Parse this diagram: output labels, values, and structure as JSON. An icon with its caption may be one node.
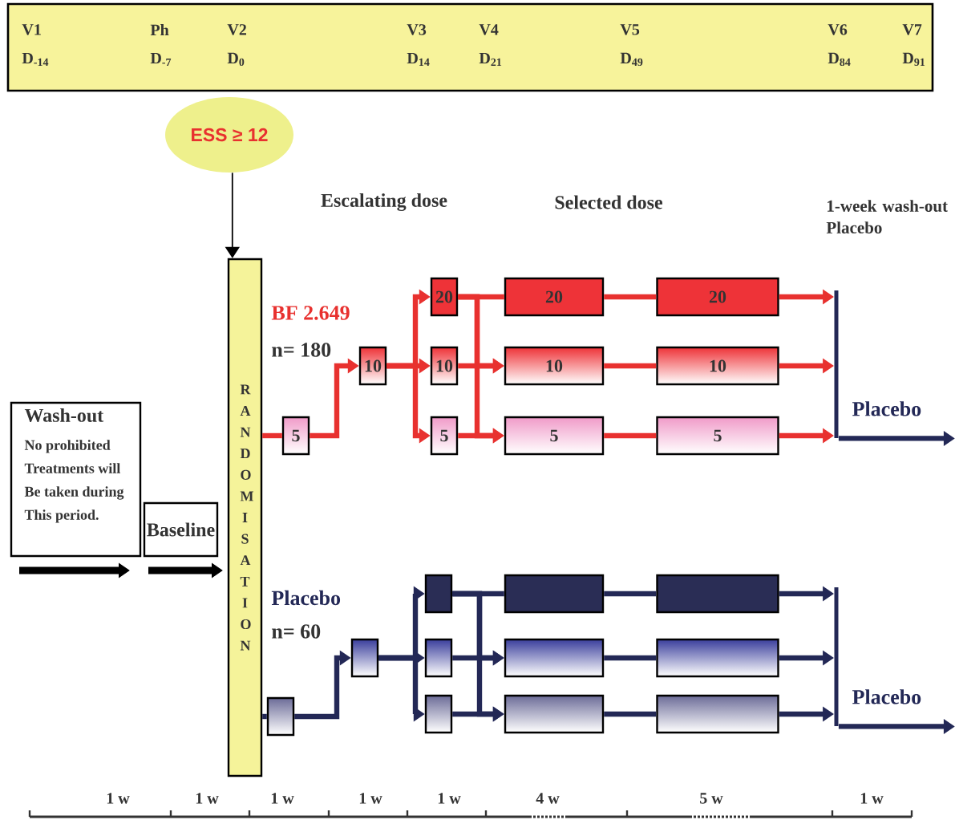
{
  "diagram": {
    "nodes": [
      {
        "text": [
          "V1",
          "D$_{-14}$",
          "Ph",
          "D$_{-7}$",
          "V2",
          "D$_{0}$",
          "V3",
          "D$_{14}$",
          "V4",
          "D$_{21}$",
          "V5",
          "D$_{49}$",
          "V6",
          "D$_{84}$",
          "V7",
          "D$_{91}$"
        ]
      },
      {
        "text": [
          "ESS ≥ 12"
        ]
      },
      {
        "text": [
          "Wash-out",
          "No prohibited Treatments will Be taken during This period."
        ]
      },
      {
        "text": [
          "Baseline"
        ]
      },
      {
        "text": [
          "R A N D O M I S A T I O N"
        ]
      },
      {
        "text": [
          "5"
        ]
      },
      {
        "text": [
          "10"
        ]
      },
      {
        "text": [
          "20"
        ]
      },
      {
        "text": [
          "10"
        ]
      },
      {
        "text": [
          "5"
        ]
      },
      {
        "text": [
          "20"
        ]
      },
      {
        "text": [
          "10"
        ]
      },
      {
        "text": [
          "5"
        ]
      },
      {
        "text": [
          "20"
        ]
      },
      {
        "text": [
          "10"
        ]
      },
      {
        "text": [
          "5"
        ]
      },
      {
        "text": [],
        "shape": "box"
      },
      {
        "text": [],
        "shape": "box"
      },
      {
        "text": [],
        "shape": "box"
      },
      {
        "text": [],
        "shape": "box"
      },
      {
        "text": [],
        "shape": "box"
      },
      {
        "text": [],
        "shape": "box"
      },
      {
        "text": [],
        "shape": "box"
      },
      {
        "text": [],
        "shape": "box"
      },
      {
        "text": [],
        "shape": "box"
      },
      {
        "text": [],
        "shape": "box"
      },
      {
        "text": [],
        "shape": "box"
      },
      {
        "text": [],
        "shape": "bar"
      },
      {
        "text": [],
        "shape": "bar"
      }
    ],
    "edges": [
      {
        "from": 1,
        "to": 4,
        "arrow": "to"
      },
      {
        "from": 4,
        "to": 5,
        "arrow": "none",
        "color": "#e8312f"
      },
      {
        "from": 5,
        "to": 6,
        "arrow": "to",
        "color": "#e8312f"
      },
      {
        "from": 6,
        "to": 7,
        "arrow": "to",
        "color": "#e8312f"
      },
      {
        "from": 6,
        "to": 8,
        "arrow": "to",
        "color": "#e8312f"
      },
      {
        "from": 6,
        "to": 9,
        "arrow": "to",
        "color": "#e8312f"
      },
      {
        "from": 7,
        "to": 10,
        "arrow": "none",
        "color": "#e8312f"
      },
      {
        "from": 7,
        "to": 11,
        "arrow": "to",
        "color": "#e8312f"
      },
      {
        "from": 7,
        "to": 12,
        "arrow": "to",
        "color": "#e8312f"
      },
      {
        "from": 8,
        "to": 11,
        "arrow": "to",
        "color": "#e8312f"
      },
      {
        "from": 9,
        "to": 12,
        "arrow": "to",
        "color": "#e8312f"
      },
      {
        "from": 10,
        "to": 13,
        "arrow": "none",
        "color": "#e8312f"
      },
      {
        "from": 11,
        "to": 14,
        "arrow": "none",
        "color": "#e8312f"
      },
      {
        "from": 12,
        "to": 15,
        "arrow": "none",
        "color": "#e8312f"
      },
      {
        "from": 13,
        "to": 27,
        "arrow": "to",
        "color": "#e8312f"
      },
      {
        "from": 14,
        "to": 27,
        "arrow": "to",
        "color": "#e8312f"
      },
      {
        "from": 15,
        "to": 27,
        "arrow": "to",
        "color": "#e8312f"
      },
      {
        "from": 27,
        "to": null,
        "arrow": "to",
        "label": "Placebo",
        "color": "#232856"
      },
      {
        "from": 4,
        "to": 16,
        "arrow": "none",
        "color": "#232856"
      },
      {
        "from": 16,
        "to": 17,
        "arrow": "to",
        "color": "#232856"
      },
      {
        "from": 17,
        "to": 18,
        "arrow": "to",
        "color": "#232856"
      },
      {
        "from": 17,
        "to": 19,
        "arrow": "to",
        "color": "#232856"
      },
      {
        "from": 17,
        "to": 20,
        "arrow": "to",
        "color": "#232856"
      },
      {
        "from": 18,
        "to": 21,
        "arrow": "none",
        "color": "#232856"
      },
      {
        "from": 18,
        "to": 22,
        "arrow": "to",
        "color": "#232856"
      },
      {
        "from": 18,
        "to": 23,
        "arrow": "to",
        "color": "#232856"
      },
      {
        "from": 19,
        "to": 22,
        "arrow": "to",
        "color": "#232856"
      },
      {
        "from": 20,
        "to": 23,
        "arrow": "to",
        "color": "#232856"
      },
      {
        "from": 21,
        "to": 24,
        "arrow": "none",
        "color": "#232856"
      },
      {
        "from": 22,
        "to": 25,
        "arrow": "none",
        "color": "#232856"
      },
      {
        "from": 23,
        "to": 26,
        "arrow": "none",
        "color": "#232856"
      },
      {
        "from": 24,
        "to": 28,
        "arrow": "to",
        "color": "#232856"
      },
      {
        "from": 25,
        "to": 28,
        "arrow": "to",
        "color": "#232856"
      },
      {
        "from": 26,
        "to": 28,
        "arrow": "to",
        "color": "#232856"
      },
      {
        "from": 28,
        "to": null,
        "arrow": "to",
        "label": "Placebo",
        "color": "#232856"
      }
    ],
    "labels": [
      "Escalating dose",
      "Selected dose",
      "1-week wash-out Placebo",
      "BF 2.649",
      "n= 180",
      "Placebo",
      "n= 60",
      "1 w",
      "1 w",
      "1 w",
      "1 w",
      "1 w",
      "4 w",
      "5 w",
      "1 w"
    ]
  }
}
